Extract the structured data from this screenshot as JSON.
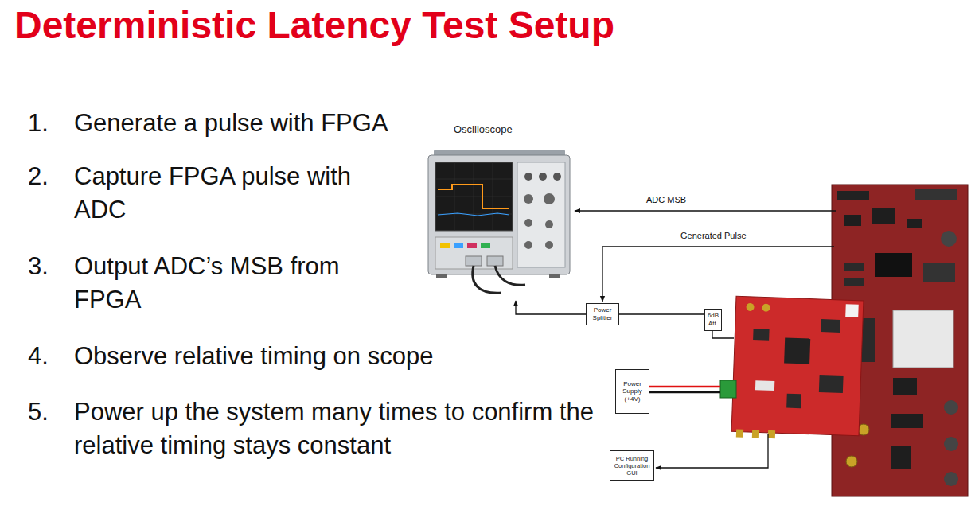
{
  "diagram": {
    "title": "Deterministic Latency Test Setup",
    "nodes": [
      {
        "text": [
          "Oscilloscope"
        ]
      },
      {
        "text": [
          "Power Splitter"
        ]
      },
      {
        "text": [
          "6dB Att."
        ]
      },
      {
        "text": [
          "Power Supply (+4V)"
        ]
      },
      {
        "text": [
          "PC Running Configuration GUI"
        ]
      }
    ],
    "edges": [
      {
        "from": 1,
        "to": 0,
        "arrow": "to"
      },
      {
        "from": 1,
        "to": 2,
        "arrow": "none"
      }
    ],
    "labels": [
      "1.",
      "Generate a pulse with FPGA",
      "2.",
      "Capture FPGA pulse with ADC",
      "3.",
      "Output ADC’s MSB from FPGA",
      "4.",
      "Observe relative timing on scope",
      "5.",
      "Power up the system many times to confirm the relative timing stays constant",
      "ADC MSB",
      "Generated Pulse"
    ]
  }
}
